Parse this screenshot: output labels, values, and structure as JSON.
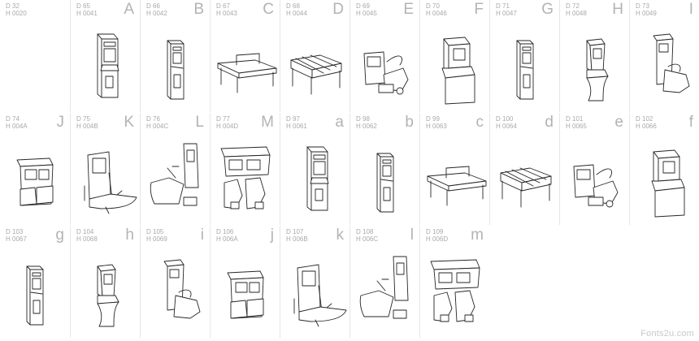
{
  "credit": "Fonts2u.com",
  "cells": [
    {
      "d": "D 32",
      "h": "H 0020",
      "char": "",
      "pic": ""
    },
    {
      "d": "D 65",
      "h": "H 0041",
      "char": "A",
      "pic": "upright"
    },
    {
      "d": "D 66",
      "h": "H 0042",
      "char": "B",
      "pic": "slim"
    },
    {
      "d": "D 67",
      "h": "H 0043",
      "char": "C",
      "pic": "airhockey"
    },
    {
      "d": "D 68",
      "h": "H 0044",
      "char": "D",
      "pic": "foosball"
    },
    {
      "d": "D 69",
      "h": "H 0045",
      "char": "E",
      "pic": "moto"
    },
    {
      "d": "D 70",
      "h": "H 0046",
      "char": "F",
      "pic": "cocktail"
    },
    {
      "d": "D 71",
      "h": "H 0047",
      "char": "G",
      "pic": "slim"
    },
    {
      "d": "D 72",
      "h": "H 0048",
      "char": "H",
      "pic": "curvy"
    },
    {
      "d": "D 73",
      "h": "H 0049",
      "char": "I",
      "pic": "driver"
    },
    {
      "d": "D 74",
      "h": "H 004A",
      "char": "J",
      "pic": "twin"
    },
    {
      "d": "D 75",
      "h": "H 004B",
      "char": "K",
      "pic": "ride"
    },
    {
      "d": "D 76",
      "h": "H 004C",
      "char": "L",
      "pic": "seat"
    },
    {
      "d": "D 77",
      "h": "H 004D",
      "char": "M",
      "pic": "twinseat"
    },
    {
      "d": "D 97",
      "h": "H 0061",
      "char": "a",
      "pic": "upright"
    },
    {
      "d": "D 98",
      "h": "H 0062",
      "char": "b",
      "pic": "slim"
    },
    {
      "d": "D 99",
      "h": "H 0063",
      "char": "c",
      "pic": "airhockey"
    },
    {
      "d": "D 100",
      "h": "H 0064",
      "char": "d",
      "pic": "foosball"
    },
    {
      "d": "D 101",
      "h": "H 0065",
      "char": "e",
      "pic": "moto"
    },
    {
      "d": "D 102",
      "h": "H 0066",
      "char": "f",
      "pic": "cocktail"
    },
    {
      "d": "D 103",
      "h": "H 0067",
      "char": "g",
      "pic": "slim"
    },
    {
      "d": "D 104",
      "h": "H 0068",
      "char": "h",
      "pic": "curvy"
    },
    {
      "d": "D 105",
      "h": "H 0069",
      "char": "i",
      "pic": "driver"
    },
    {
      "d": "D 106",
      "h": "H 006A",
      "char": "j",
      "pic": "twin"
    },
    {
      "d": "D 107",
      "h": "H 006B",
      "char": "k",
      "pic": "ride"
    },
    {
      "d": "D 108",
      "h": "H 006C",
      "char": "l",
      "pic": "seat"
    },
    {
      "d": "D 109",
      "h": "H 006D",
      "char": "m",
      "pic": "twinseat"
    }
  ]
}
